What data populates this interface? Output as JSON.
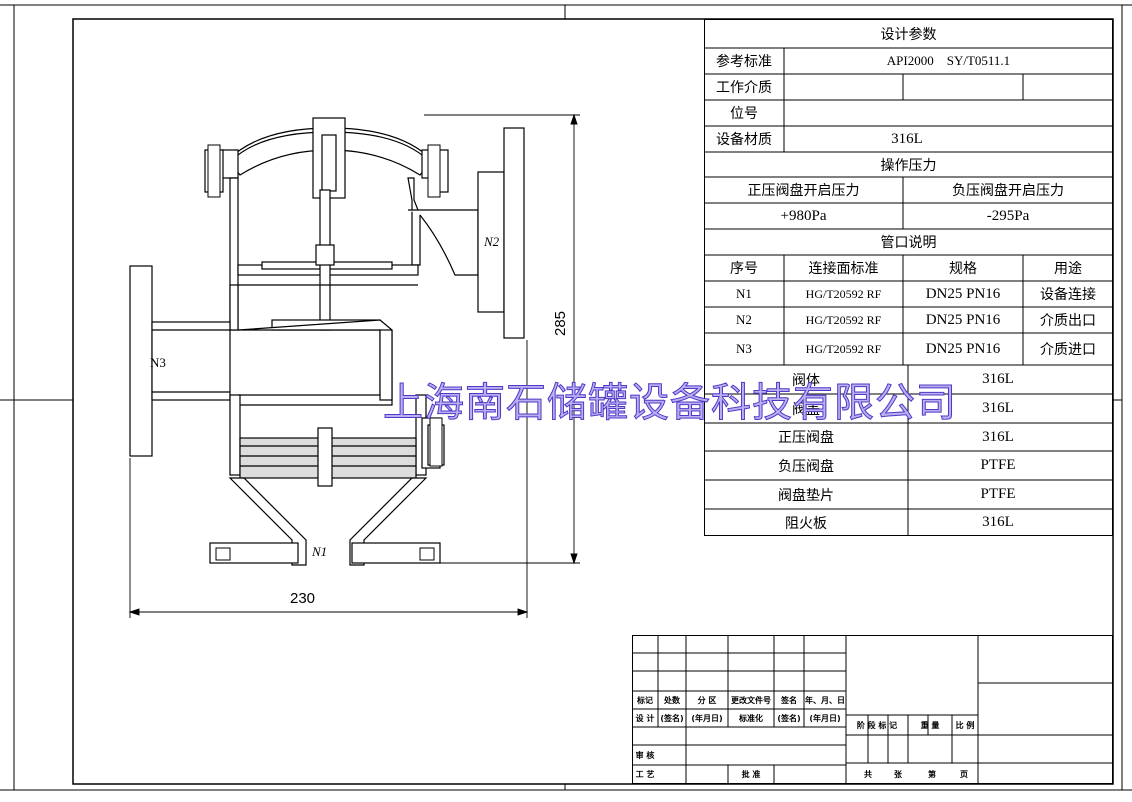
{
  "params_table": {
    "title": "设计参数",
    "standard_label": "参考标准",
    "standard_value": "API2000    SY/T0511.1",
    "medium_label": "工作介质",
    "tag_label": "位号",
    "material_label": "设备材质",
    "material_value": "316L",
    "pressure_title": "操作压力",
    "pos_label": "正压阀盘开启压力",
    "neg_label": "负压阀盘开启压力",
    "pos_value": "+980Pa",
    "neg_value": "-295Pa",
    "nozzle_title": "管口说明",
    "nozzle_headers": [
      "序号",
      "连接面标准",
      "规格",
      "用途"
    ],
    "nozzles": [
      {
        "no": "N1",
        "std": "HG/T20592 RF",
        "spec": "DN25 PN16",
        "use": "设备连接"
      },
      {
        "no": "N2",
        "std": "HG/T20592 RF",
        "spec": "DN25 PN16",
        "use": "介质出口"
      },
      {
        "no": "N3",
        "std": "HG/T20592 RF",
        "spec": "DN25 PN16",
        "use": "介质进口"
      }
    ],
    "materials": [
      {
        "part": "阀体",
        "mat": "316L"
      },
      {
        "part": "阀盖",
        "mat": "316L"
      },
      {
        "part": "正压阀盘",
        "mat": "316L"
      },
      {
        "part": "负压阀盘",
        "mat": "PTFE"
      },
      {
        "part": "阀盘垫片",
        "mat": "PTFE"
      },
      {
        "part": "阻火板",
        "mat": "316L"
      }
    ]
  },
  "drawing": {
    "width_dim": "230",
    "height_dim": "285",
    "n1": "N1",
    "n2": "N2",
    "n3": "N3"
  },
  "watermark": "上海南石储罐设备科技有限公司",
  "title_block": {
    "row_header": [
      "标记",
      "处数",
      "分 区",
      "更改文件号",
      "签名",
      "年、月、日"
    ],
    "design_row": [
      "设 计",
      "(签名)",
      "(年月日)",
      "标准化",
      "(签名)",
      "(年月日)"
    ],
    "review": "审 核",
    "process": "工 艺",
    "approve": "批 准",
    "stage_row": [
      "阶 段 标 记",
      "重 量",
      "比 例"
    ],
    "sheet_row": [
      "共",
      "张",
      "第",
      "页"
    ]
  }
}
